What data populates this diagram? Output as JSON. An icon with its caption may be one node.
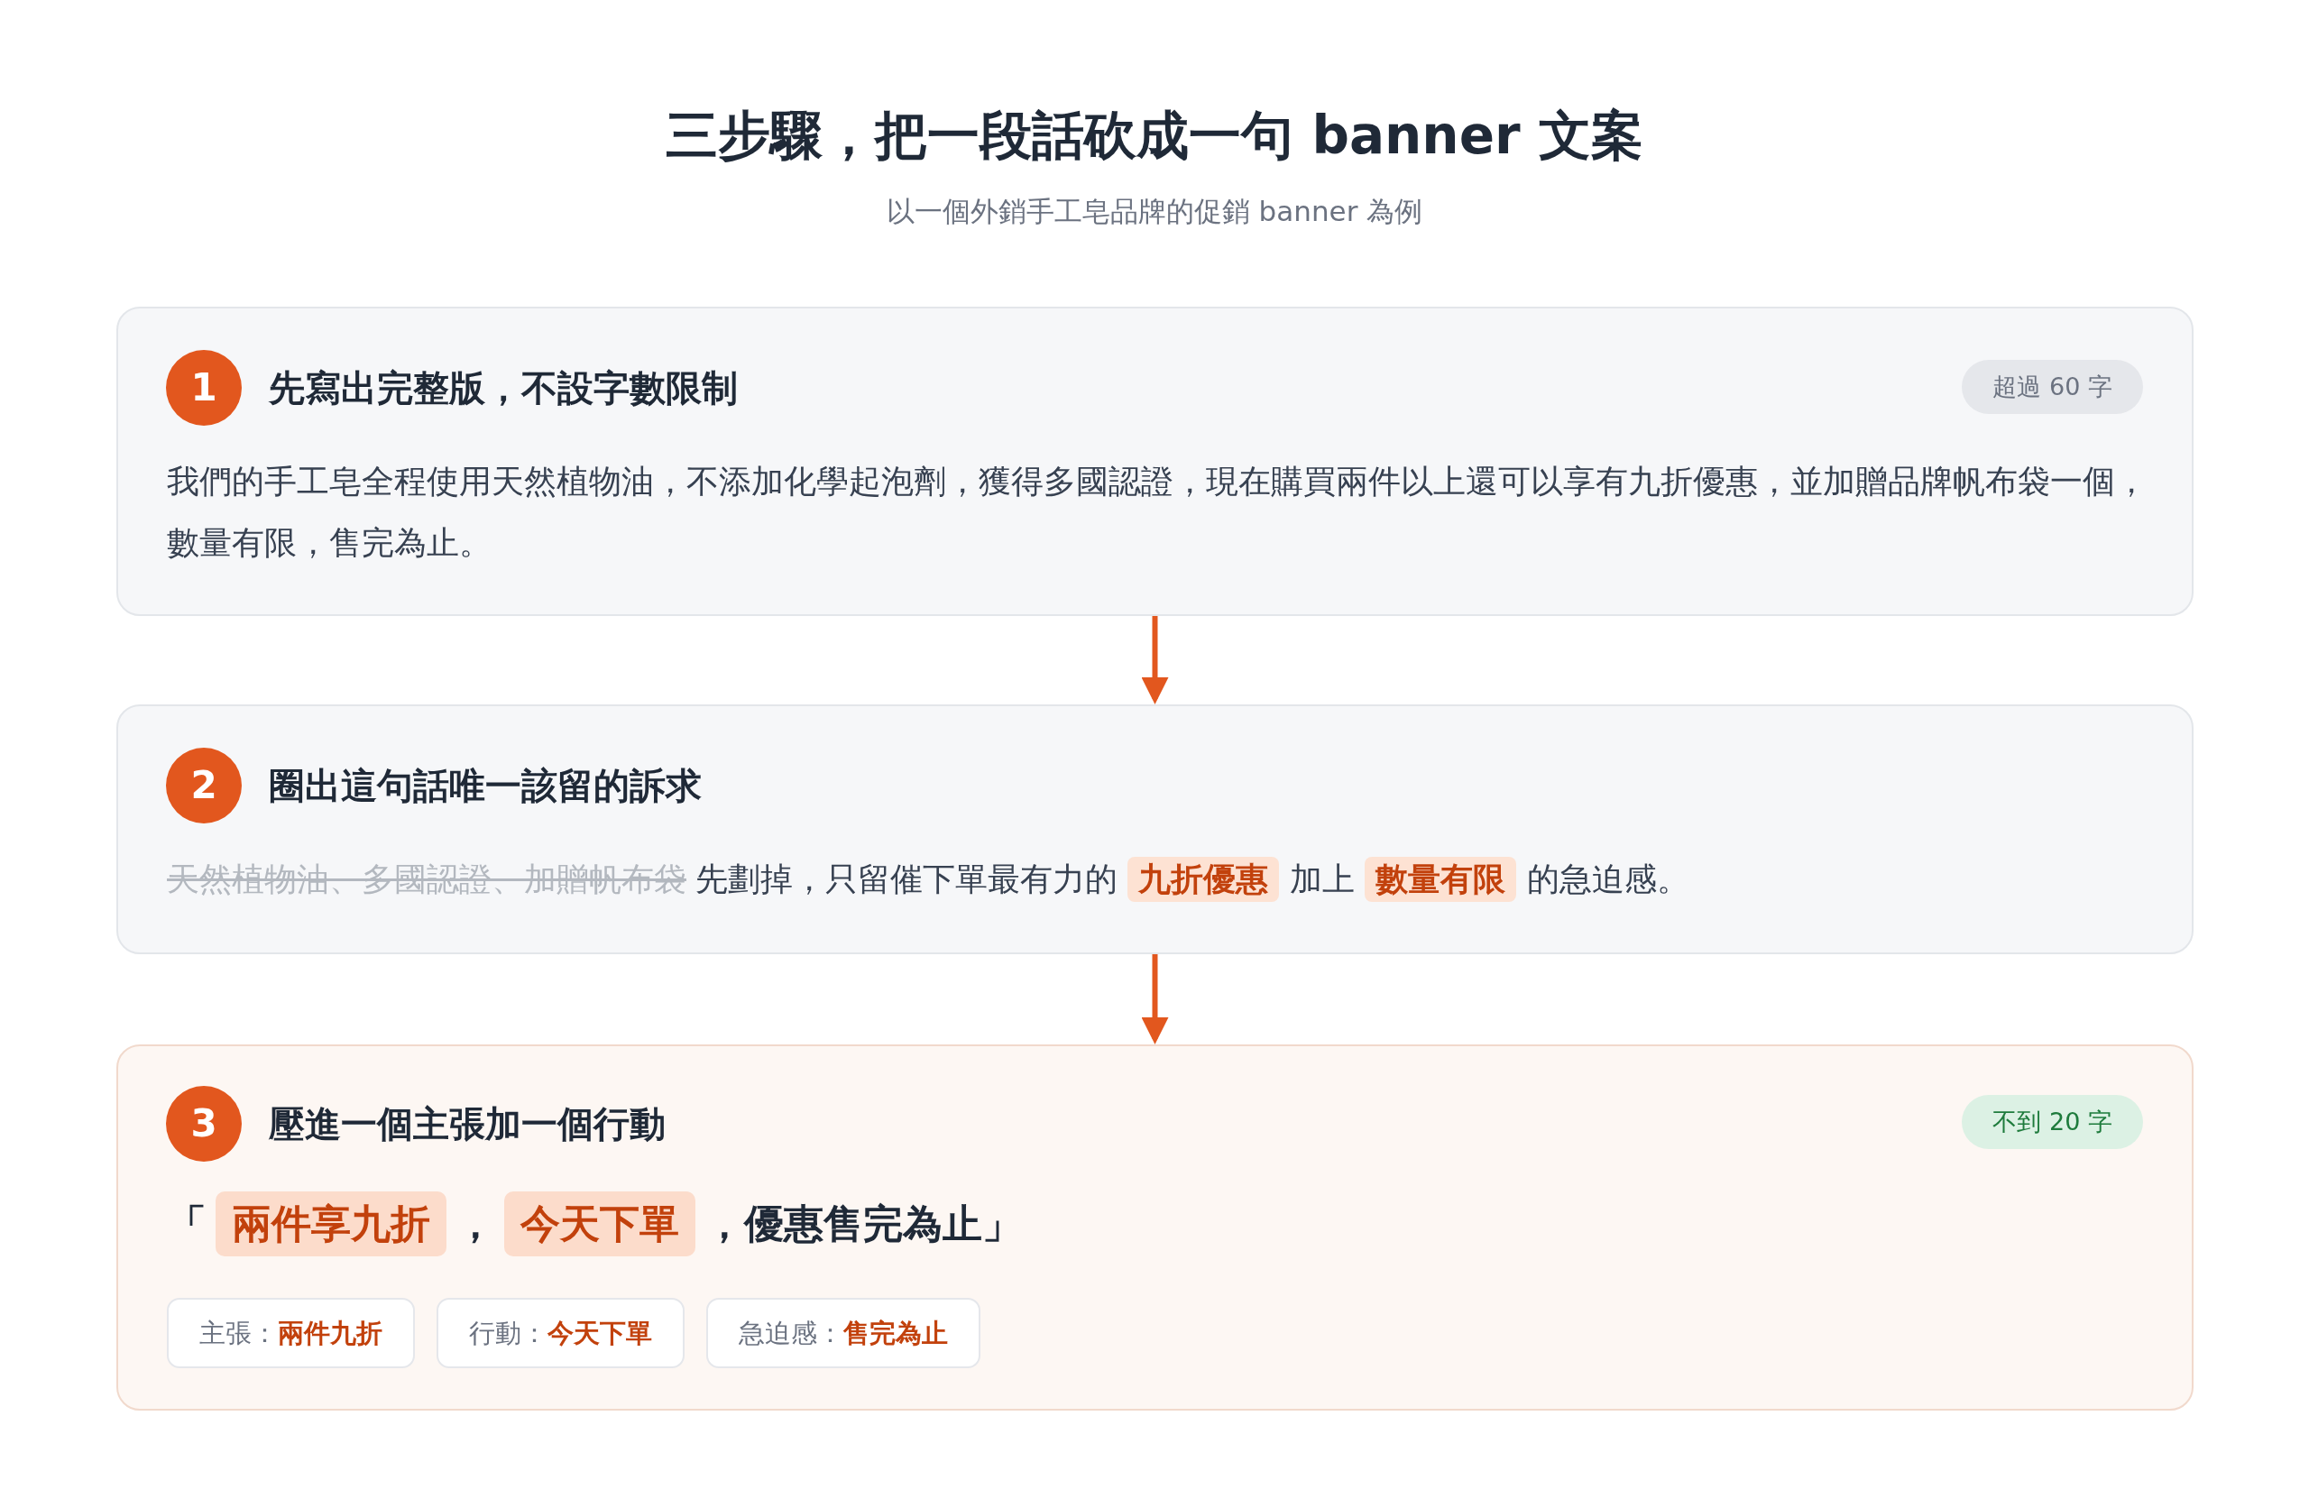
{
  "diagram": {
    "title": "三步驟，把一段話砍成一句 banner 文案",
    "nodes": [
      {
        "text": [
          "先寫出完整版，不設字數限制",
          "我們的手工皂全程使用天然植物油，不添加化學起泡劑，獲得多國認證，現在購買兩件以上還可以享有九折優惠，並加贈品牌帆布袋一個，數量有限，售完為止。"
        ]
      },
      {
        "text": [
          "1"
        ],
        "in": 0
      },
      {
        "text": [
          "超過 60 字"
        ],
        "in": 0
      },
      {
        "text": [
          "圈出這句話唯一該留的訴求",
          "天然植物油、多國認證、加贈帆布袋",
          "先劃掉，只留催下單最有力的 **九折優惠** 加上 **數量有限** 的急迫感。"
        ]
      },
      {
        "text": [
          "2"
        ],
        "in": 3
      },
      {
        "text": [
          "壓進一個主張加一個行動",
          "「**兩件享九折**，**今天下單**，優惠售完為止」"
        ]
      },
      {
        "text": [
          "3"
        ],
        "in": 5
      },
      {
        "text": [
          "不到 20 字"
        ],
        "in": 5
      },
      {
        "text": [
          "主張：**兩件九折**"
        ],
        "in": 5
      },
      {
        "text": [
          "行動：**今天下單**"
        ],
        "in": 5
      },
      {
        "text": [
          "急迫感：**售完為止**"
        ],
        "in": 5
      }
    ],
    "edges": [
      {
        "from": 0,
        "to": 3,
        "arrow": "to"
      },
      {
        "from": 3,
        "to": 5,
        "arrow": "to"
      }
    ],
    "labels": [
      "以一個外銷手工皂品牌的促銷 banner 為例"
    ]
  }
}
